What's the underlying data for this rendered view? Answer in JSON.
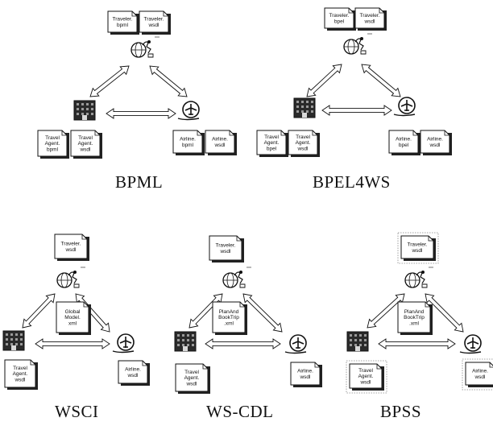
{
  "colors": {
    "ink": "#111111",
    "paper": "#ffffff",
    "shadow": "#222222",
    "dotted": "#888888"
  },
  "icons": {
    "traveler": "person-with-globe-icon",
    "travel_agent": "travel-agency-building-icon",
    "airline": "airplane-logo-icon"
  },
  "panels": [
    {
      "label": "BPML",
      "traveler_docs": [
        "Traveler.\nbpml",
        "Traveler.\nwsdl"
      ],
      "center_doc": "",
      "agent_docs": [
        "Travel\nAgent.\nbpml",
        "Travel\nAgent.\nwsdl"
      ],
      "airline_docs": [
        "Airline.\nbpml",
        "Airline.\nwsdl"
      ],
      "boxed": false
    },
    {
      "label": "BPEL4WS",
      "traveler_docs": [
        "Traveler.\nbpel",
        "Traveler.\nwsdl"
      ],
      "center_doc": "",
      "agent_docs": [
        "Travel\nAgent.\nbpel",
        "Travel\nAgent.\nwsdl"
      ],
      "airline_docs": [
        "Airline.\nbpel",
        "Airline.\nwsdl"
      ],
      "boxed": false
    },
    {
      "label": "WSCI",
      "traveler_docs": [
        "Traveler.\nwsdl"
      ],
      "center_doc": "Global\nModel.\nxml",
      "agent_docs": [
        "Travel\nAgent.\nwsdl"
      ],
      "airline_docs": [
        "Airline.\nwsdl"
      ],
      "boxed": false
    },
    {
      "label": "WS-CDL",
      "traveler_docs": [
        "Traveler.\nwsdl"
      ],
      "center_doc": "PlanAnd\nBookTrip\n.xml",
      "agent_docs": [
        "Travel\nAgent.\nwsdl"
      ],
      "airline_docs": [
        "Airline.\nwsdl"
      ],
      "boxed": false
    },
    {
      "label": "BPSS",
      "traveler_docs": [
        "Traveler.\nwsdl"
      ],
      "center_doc": "PlanAnd\nBookTrip\n.xml",
      "agent_docs": [
        "Travel\nAgent.\nwsdl"
      ],
      "airline_docs": [
        "Airline.\nwsdl"
      ],
      "boxed": true
    }
  ]
}
